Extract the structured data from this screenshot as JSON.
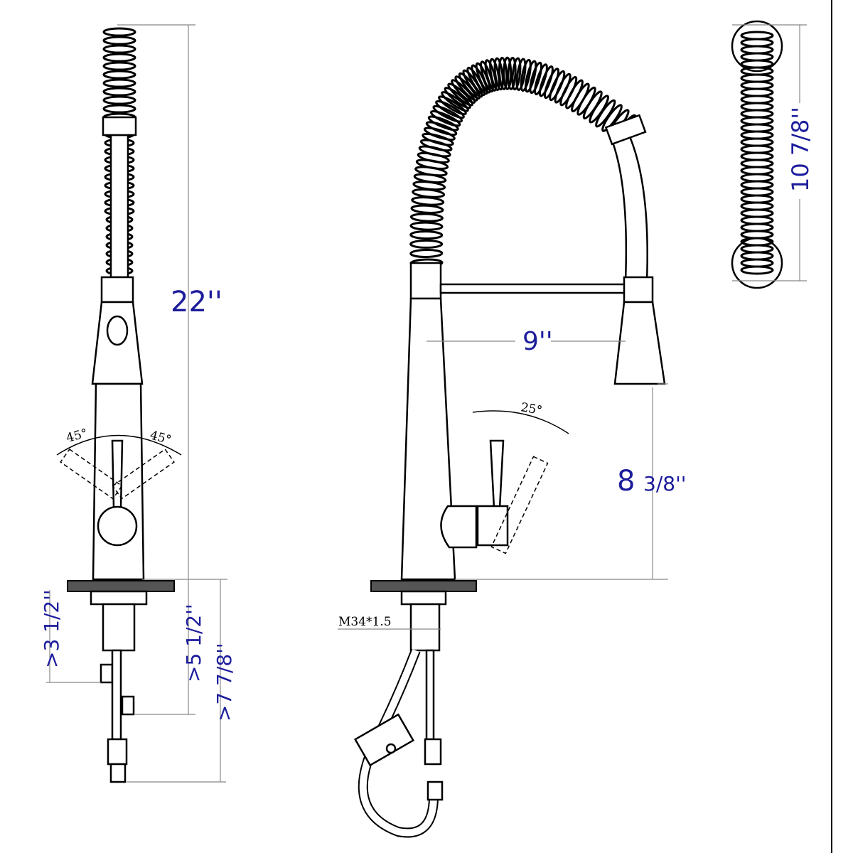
{
  "front_view": {
    "height_label": "22''",
    "angle_left": "45°",
    "angle_right": "45°",
    "depth_a": ">3 1/2''",
    "depth_b": ">5 1/2''",
    "depth_c": ">7 7/8''"
  },
  "side_view": {
    "reach_label": "9''",
    "angle_label": "25°",
    "spout_height_whole": "8",
    "spout_height_frac": "3/8''",
    "thread_label": "M34*1.5"
  },
  "coil_view": {
    "height_label": "10 7/8''"
  },
  "colors": {
    "dimension_text": "#1c1c9c",
    "line": "#000000"
  }
}
